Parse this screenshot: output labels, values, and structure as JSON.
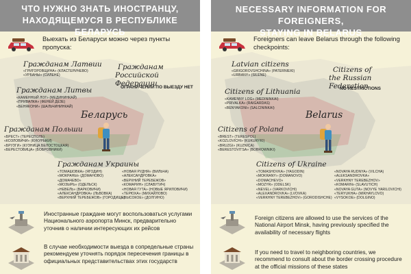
{
  "left": {
    "header": {
      "line1": "ЧТО НУЖНО ЗНАТЬ ИНОСТРАНЦУ,",
      "line2": "НАХОДЯЩЕМУСЯ В РЕСПУБЛИКЕ БЕЛАРУСЬ"
    },
    "intro": "Выехать из Беларуси можно через пункты пропуска:",
    "latvia": {
      "title": "Гражданам Латвии",
      "points": [
        "«ГРИГОРОВЩИНА» (КЛАСТЕРИЧЕВО)",
        "«УРБАНЫ» (СИЛЕНЕ)"
      ]
    },
    "russia": {
      "title_line1": "Гражданам",
      "title_line2": "Российской Федерации",
      "note": "ОГРАНИЧЕНИЙ ПО ВЫЕЗДУ НЕТ"
    },
    "lithuania": {
      "title": "Гражданам Литвы",
      "points": [
        "«КАМЕННЫЙ ЛОГ» (МЕДИНИНКАЙ)",
        "«ПРИВАЛКА» (ФЕНЕЙ ДЕЗЕ)",
        "«БЕНЯКОНИ» (ШАЛЬЧИНИНКАЙ)"
      ]
    },
    "belarus": "Беларусь",
    "poland": {
      "title": "Гражданам Польши",
      "points": [
        "«БРЕСТ» (ТЕРЕСПОЛЬ)",
        "«КОЗЛОВИЧИ» (КУКУРЫКИ)",
        "«БРУЗГИ» (КУЗНИЦА БЕЛОСТОЦКАЯ)",
        "«БЕРЕСТОВИЦА» (БОБРОВНИКИ)"
      ]
    },
    "ukraine": {
      "title": "Гражданам Украины",
      "col1": [
        "«ТОМАШОВКА» (ЯГОДИН)",
        "«МОКРАНЫ» (ДОМАНОВО)",
        "«ДОМАЧЕВО»",
        "«МОЗЫРЬ» (ОДЕЛЬСК)",
        "«НЕВЕЛЬ» (ВАРКОВИЧИ)",
        "«АЛЕКСАНДРОВКА» (ЛЬВОВКА)",
        "«ВЕРХНИЙ ТЕРЕБЕЖОВ» (ГОРОДИЩЕ)"
      ],
      "col2": [
        "«НОВАЯ РУДНЯ» (ВИЛЬЧА)",
        "«АЛЕКСАНДРОВКА»",
        "«ВЕРХНИЙ ТЕРЕБЕЖОВ»",
        "«КОМАРИН» (СЛАВУТИЧ)",
        "«НОВАЯ ГУТА» (НОВЫЕ ЯРИЛОВИЧИ)",
        "«ТЕРЮХА» (МИХАЙЛОВО)",
        "«ВЫСОКОЕ» (ДОЛГИНО)"
      ]
    },
    "airport_text": "Иностранные граждане могут воспользоваться услугами Национального аэропорта Минск, предварительно уточнив о наличии интересующих их рейсов",
    "consult_text": "В случае необходимости выезда в сопредельные страны рекомендуем уточнять порядок пересечения границы в официальных представительствах этих государств"
  },
  "right": {
    "header": {
      "line1": "NECESSARY INFORMATION FOR FOREIGNERS,",
      "line2": "STAYING IN BELARUS"
    },
    "intro": "Foreigners can leave Belarus through the following checkpoints:",
    "latvia": {
      "title": "Latvian citizens",
      "points": [
        "«GRIGOROVSHCHINA» (PATERNIEKI)",
        "«URBANY» (SILENE)"
      ]
    },
    "russia": {
      "title_line1": "Citizens of",
      "title_line2": "the Russian Federation",
      "note": "NO RESTRICTIONS"
    },
    "lithuania": {
      "title": "Citizens of Lithuania",
      "points": [
        "«KAMENNY LOG» (MEDININKAI)",
        "«PRIVALKA» (RAIGARDAS)",
        "«BENYAKONI» (SALCININKAI)"
      ]
    },
    "belarus": "Belarus",
    "poland": {
      "title": "Citizens of Poland",
      "points": [
        "«BREST» (TERESPOL)",
        "«KOZLOVICHI» (KUKURYKI)",
        "«BRUZGI» (KUZNICA)",
        "«BERESTOVITSA» (BOBROWNIKI)"
      ]
    },
    "ukraine": {
      "title": "Citizens of Ukraine",
      "col1": [
        "«TOMASHOVKA» (YAGODIN)",
        "«MOKRANY» (DOMANOVO)",
        "«DOMACHEVO»",
        "«MOZYR» (ODELSK)",
        "«NEVEL» (VARKOVICHI)",
        "«ALEXANDROVKA» (LVOVKA)",
        "«VERKHNY TEREBEZHOV» (GORODISHCHE)"
      ],
      "col2": [
        "«NOVAYA RUDNYA» (VILCHA)",
        "«ALEKSANDROVKA»",
        "«VERKHNY TEREBEZHOV»",
        "«KOMARIN» (SLAVUTICH)",
        "«NOVAYA GUTA» (NOVYE YARILOVICHI)",
        "«TERYUKHA» (MIKHAYLOVO)",
        "«VYSOKOE» (DOLGINO)"
      ]
    },
    "airport_text": "Foreign citizens are allowed to use the services of the National Airport Minsk, having previously specified the availability of necessary flights",
    "consult_text": "If you need to travel to neighboring countries, we recommend to consult about the border crossing procedure at the official missions of these states"
  },
  "colors": {
    "header": "#8e8e8e",
    "panel": "#f6f2d8",
    "map_grey": "#d6d3c6",
    "flag_red": "#c8313e",
    "flag_green": "#4aa657"
  },
  "icons": [
    "car-icon",
    "backpacker-figure",
    "airport-icon",
    "embassy-icon"
  ]
}
